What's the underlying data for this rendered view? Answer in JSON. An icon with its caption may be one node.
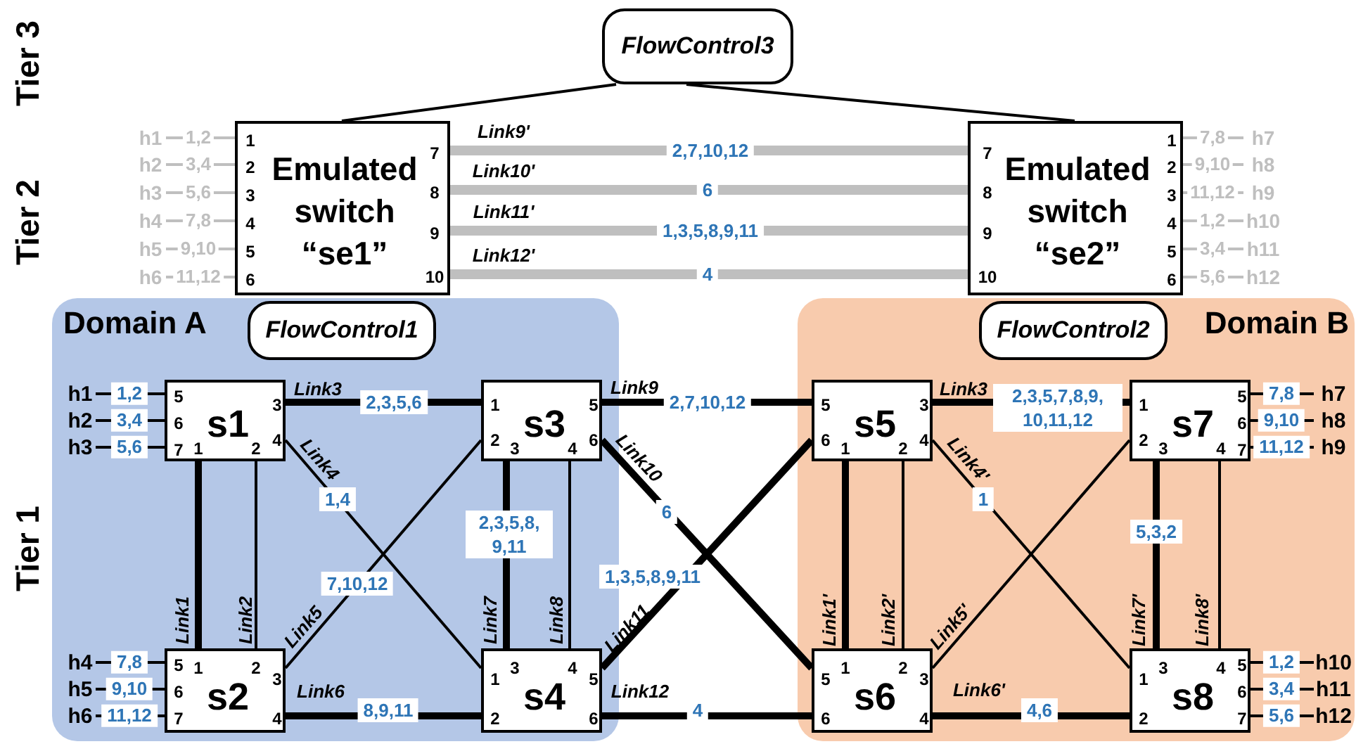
{
  "diagram": {
    "nodes": [
      {
        "text": [
          "FlowControl3"
        ]
      },
      {
        "text": [
          "h1"
        ]
      },
      {
        "text": [
          "h2"
        ]
      },
      {
        "text": [
          "h3"
        ]
      },
      {
        "text": [
          "h4"
        ]
      },
      {
        "text": [
          "h5"
        ]
      },
      {
        "text": [
          "h6"
        ]
      },
      {
        "text": [
          "Emulated switch “se1”",
          "1",
          "2",
          "3",
          "4",
          "5",
          "6",
          "7",
          "8",
          "9",
          "10"
        ]
      },
      {
        "text": [
          "Emulated switch “se2”",
          "1",
          "2",
          "3",
          "4",
          "5",
          "6",
          "7",
          "8",
          "9",
          "10"
        ]
      },
      {
        "text": [
          "h7"
        ]
      },
      {
        "text": [
          "h8"
        ]
      },
      {
        "text": [
          "h9"
        ]
      },
      {
        "text": [
          "h10"
        ]
      },
      {
        "text": [
          "h11"
        ]
      },
      {
        "text": [
          "h12"
        ]
      },
      {
        "text": [
          "Domain A"
        ]
      },
      {
        "text": [
          "FlowControl1"
        ],
        "in": 15
      },
      {
        "text": [
          "s1",
          "1",
          "2",
          "3",
          "4",
          "5",
          "6",
          "7"
        ],
        "in": 15
      },
      {
        "text": [
          "s3",
          "1",
          "2",
          "3",
          "4",
          "5",
          "6"
        ],
        "in": 15
      },
      {
        "text": [
          "s2",
          "1",
          "2",
          "3",
          "4",
          "5",
          "6",
          "7"
        ],
        "in": 15
      },
      {
        "text": [
          "s4",
          "1",
          "2",
          "3",
          "4",
          "5",
          "6"
        ],
        "in": 15
      },
      {
        "text": [
          "h1"
        ],
        "in": 15
      },
      {
        "text": [
          "h2"
        ],
        "in": 15
      },
      {
        "text": [
          "h3"
        ],
        "in": 15
      },
      {
        "text": [
          "h4"
        ],
        "in": 15
      },
      {
        "text": [
          "h5"
        ],
        "in": 15
      },
      {
        "text": [
          "h6"
        ],
        "in": 15
      },
      {
        "text": [
          "Domain B"
        ]
      },
      {
        "text": [
          "FlowControl2"
        ],
        "in": 27
      },
      {
        "text": [
          "s5",
          "1",
          "2",
          "3",
          "4",
          "5",
          "6"
        ],
        "in": 27
      },
      {
        "text": [
          "s7",
          "1",
          "2",
          "3",
          "4",
          "5",
          "6",
          "7"
        ],
        "in": 27
      },
      {
        "text": [
          "s6",
          "1",
          "2",
          "3",
          "4",
          "5",
          "6"
        ],
        "in": 27
      },
      {
        "text": [
          "s8",
          "1",
          "2",
          "3",
          "4",
          "5",
          "6",
          "7"
        ],
        "in": 27
      },
      {
        "text": [
          "h7"
        ],
        "in": 27
      },
      {
        "text": [
          "h8"
        ],
        "in": 27
      },
      {
        "text": [
          "h9"
        ],
        "in": 27
      },
      {
        "text": [
          "h10"
        ],
        "in": 27
      },
      {
        "text": [
          "h11"
        ],
        "in": 27
      },
      {
        "text": [
          "h12"
        ],
        "in": 27
      }
    ],
    "edges": [
      {
        "from": 0,
        "to": 7,
        "arrow": "none"
      },
      {
        "from": 0,
        "to": 8,
        "arrow": "none"
      },
      {
        "from": 1,
        "to": 7,
        "arrow": "none",
        "label": "1,2",
        "color": "#bfbfbf"
      },
      {
        "from": 2,
        "to": 7,
        "arrow": "none",
        "label": "3,4",
        "color": "#bfbfbf"
      },
      {
        "from": 3,
        "to": 7,
        "arrow": "none",
        "label": "5,6",
        "color": "#bfbfbf"
      },
      {
        "from": 4,
        "to": 7,
        "arrow": "none",
        "label": "7,8",
        "color": "#bfbfbf"
      },
      {
        "from": 5,
        "to": 7,
        "arrow": "none",
        "label": "9,10",
        "color": "#bfbfbf"
      },
      {
        "from": 6,
        "to": 7,
        "arrow": "none",
        "label": "11,12",
        "color": "#bfbfbf"
      },
      {
        "from": 7,
        "to": 8,
        "arrow": "none",
        "label": "Link9'",
        "style": "thick",
        "color": "#bfbfbf"
      },
      {
        "from": 7,
        "to": 8,
        "arrow": "none",
        "label": "Link10'",
        "style": "thick",
        "color": "#bfbfbf"
      },
      {
        "from": 7,
        "to": 8,
        "arrow": "none",
        "label": "Link11'",
        "style": "thick",
        "color": "#bfbfbf"
      },
      {
        "from": 7,
        "to": 8,
        "arrow": "none",
        "label": "Link12'",
        "style": "thick",
        "color": "#bfbfbf"
      },
      {
        "from": 9,
        "to": 8,
        "arrow": "none",
        "label": "7,8",
        "color": "#bfbfbf"
      },
      {
        "from": 10,
        "to": 8,
        "arrow": "none",
        "label": "9,10",
        "color": "#bfbfbf"
      },
      {
        "from": 11,
        "to": 8,
        "arrow": "none",
        "label": "11,12",
        "color": "#bfbfbf"
      },
      {
        "from": 12,
        "to": 8,
        "arrow": "none",
        "label": "1,2",
        "color": "#bfbfbf"
      },
      {
        "from": 13,
        "to": 8,
        "arrow": "none",
        "label": "3,4",
        "color": "#bfbfbf"
      },
      {
        "from": 14,
        "to": 8,
        "arrow": "none",
        "label": "5,6",
        "color": "#bfbfbf"
      },
      {
        "from": 21,
        "to": 17,
        "arrow": "none",
        "label": "1,2"
      },
      {
        "from": 22,
        "to": 17,
        "arrow": "none",
        "label": "3,4"
      },
      {
        "from": 23,
        "to": 17,
        "arrow": "none",
        "label": "5,6"
      },
      {
        "from": 24,
        "to": 19,
        "arrow": "none",
        "label": "7,8"
      },
      {
        "from": 25,
        "to": 19,
        "arrow": "none",
        "label": "9,10"
      },
      {
        "from": 26,
        "to": 19,
        "arrow": "none",
        "label": "11,12"
      },
      {
        "from": 17,
        "to": 19,
        "arrow": "none",
        "label": "Link1",
        "style": "thick"
      },
      {
        "from": 17,
        "to": 19,
        "arrow": "none",
        "label": "Link2"
      },
      {
        "from": 17,
        "to": 18,
        "arrow": "none",
        "label": "Link3",
        "style": "thick"
      },
      {
        "from": 17,
        "to": 20,
        "arrow": "none",
        "label": "Link4"
      },
      {
        "from": 19,
        "to": 18,
        "arrow": "none",
        "label": "Link5"
      },
      {
        "from": 19,
        "to": 20,
        "arrow": "none",
        "label": "Link6",
        "style": "thick"
      },
      {
        "from": 18,
        "to": 20,
        "arrow": "none",
        "label": "Link7",
        "style": "thick"
      },
      {
        "from": 18,
        "to": 20,
        "arrow": "none",
        "label": "Link8"
      },
      {
        "from": 18,
        "to": 29,
        "arrow": "none",
        "label": "Link9",
        "style": "thick"
      },
      {
        "from": 18,
        "to": 31,
        "arrow": "none",
        "label": "Link10",
        "style": "thick"
      },
      {
        "from": 20,
        "to": 29,
        "arrow": "none",
        "label": "Link11",
        "style": "thick"
      },
      {
        "from": 20,
        "to": 31,
        "arrow": "none",
        "label": "Link12",
        "style": "thick"
      },
      {
        "from": 29,
        "to": 30,
        "arrow": "none",
        "label": "Link3",
        "style": "thick"
      },
      {
        "from": 29,
        "to": 32,
        "arrow": "none",
        "label": "Link4'"
      },
      {
        "from": 29,
        "to": 31,
        "arrow": "none",
        "label": "Link1'",
        "style": "thick"
      },
      {
        "from": 29,
        "to": 31,
        "arrow": "none",
        "label": "Link2'"
      },
      {
        "from": 31,
        "to": 30,
        "arrow": "none",
        "label": "Link5'"
      },
      {
        "from": 31,
        "to": 32,
        "arrow": "none",
        "label": "Link6'",
        "style": "thick"
      },
      {
        "from": 30,
        "to": 32,
        "arrow": "none",
        "label": "Link7'",
        "style": "thick"
      },
      {
        "from": 30,
        "to": 32,
        "arrow": "none",
        "label": "Link8'"
      },
      {
        "from": 33,
        "to": 30,
        "arrow": "none",
        "label": "7,8"
      },
      {
        "from": 34,
        "to": 30,
        "arrow": "none",
        "label": "9,10"
      },
      {
        "from": 35,
        "to": 30,
        "arrow": "none",
        "label": "11,12"
      },
      {
        "from": 36,
        "to": 32,
        "arrow": "none",
        "label": "1,2"
      },
      {
        "from": 37,
        "to": 32,
        "arrow": "none",
        "label": "3,4"
      },
      {
        "from": 38,
        "to": 32,
        "arrow": "none",
        "label": "5,6"
      }
    ],
    "labels": [
      "Tier 3",
      "Tier 2",
      "2,7,10,12",
      "6",
      "1,3,5,8,9,11",
      "4",
      "Tier 1",
      "2,3,5,6",
      "2,7,10,12",
      "2,3,5,7,8,9, 10,11,12",
      "1,4",
      "1",
      "6",
      "2,3,5,8, 9,11",
      "5,3,2",
      "7,10,12",
      "1,3,5,8,9,11",
      "8,9,11",
      "4",
      "4,6"
    ]
  }
}
